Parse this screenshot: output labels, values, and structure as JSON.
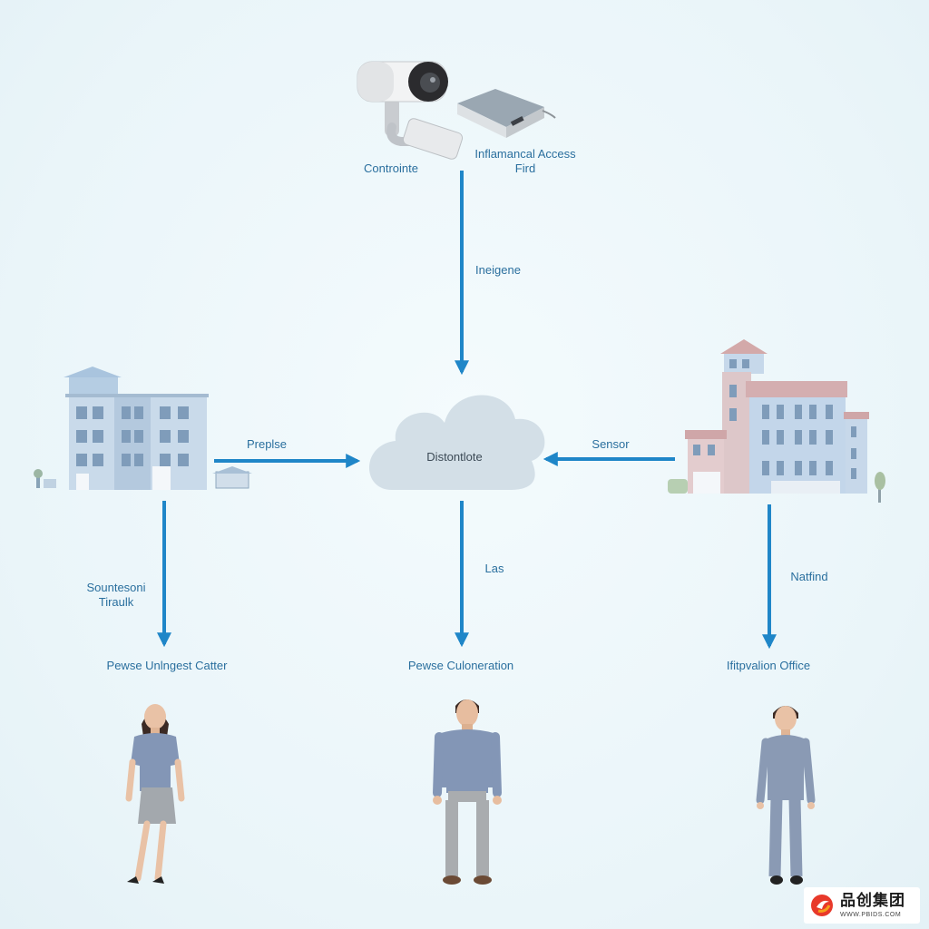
{
  "nodes": {
    "camera_label": "Controinte",
    "access_label": "Inflamancal Access\nFird",
    "cloud_label": "Distontlote",
    "left_building_dest": "Pewse Unlngest Catter",
    "center_dest": "Pewse Culoneration",
    "right_building_dest": "Ifitpvalion Office"
  },
  "edges": {
    "top_to_cloud": "Ineigene",
    "left_to_cloud": "Preplse",
    "right_to_cloud": "Sensor",
    "left_down": "Sountesoni\nTiraulk",
    "center_down": "Las",
    "right_down": "Natfind"
  },
  "watermark": {
    "text": "品创集团",
    "url": "WWW.PBIDS.COM"
  },
  "colors": {
    "arrow": "#1f86c8",
    "label": "#2a6f9e",
    "cloud": "#d3dfe7",
    "shirt": "#8396b6"
  }
}
